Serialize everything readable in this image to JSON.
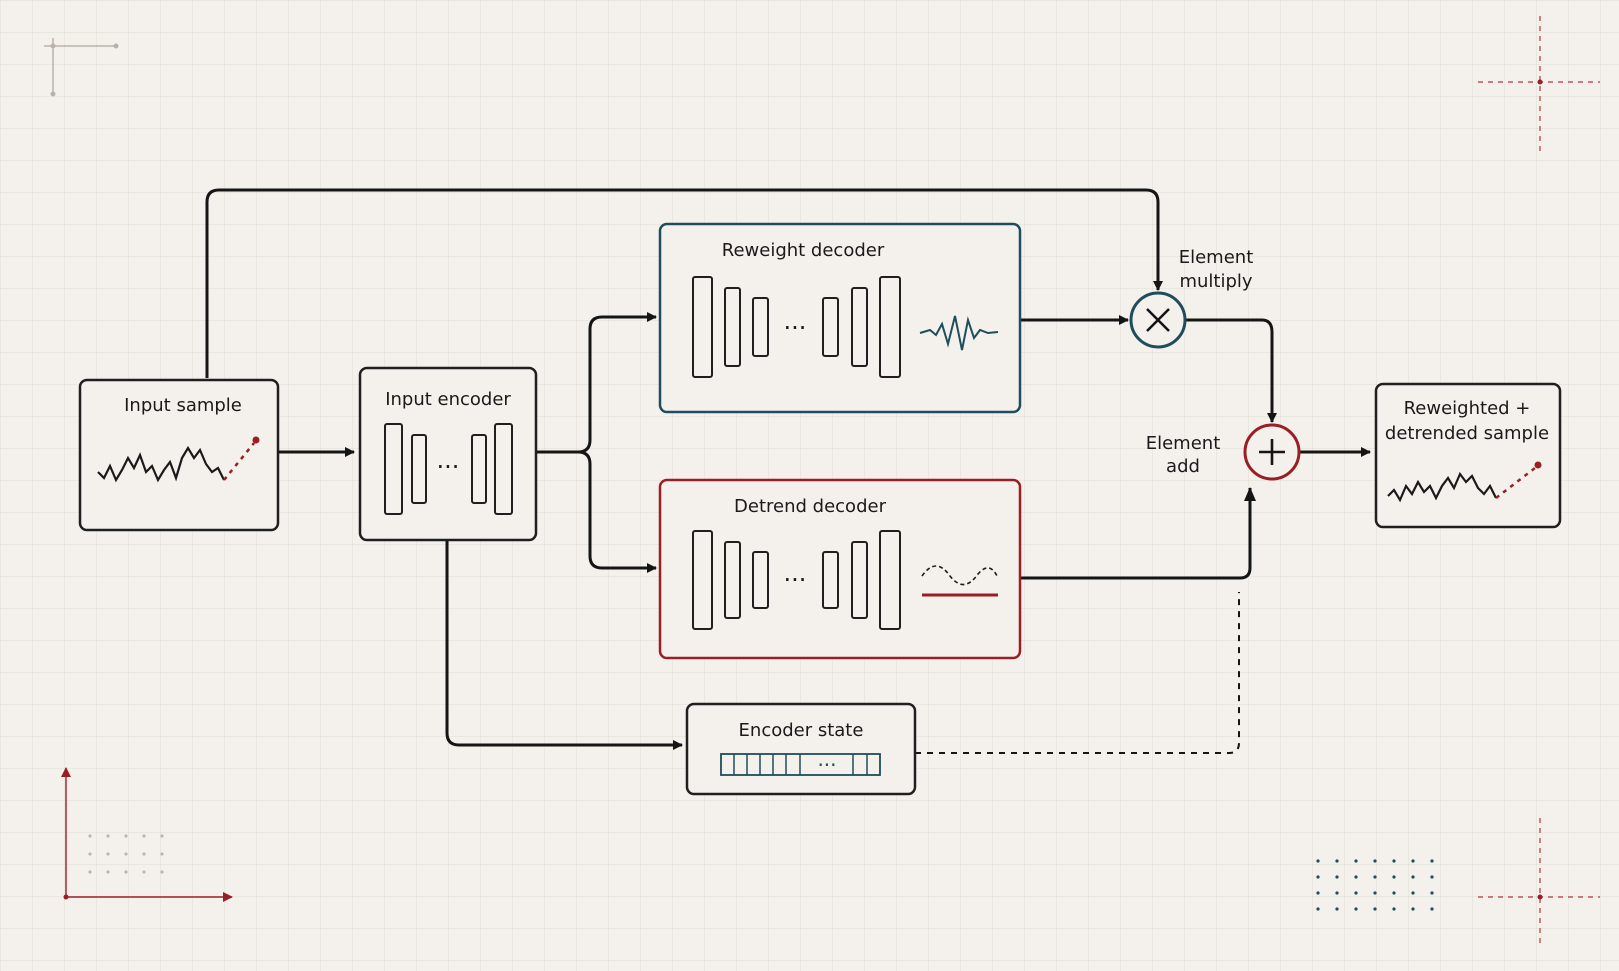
{
  "diagram": {
    "nodes": {
      "input_sample": {
        "label": "Input sample"
      },
      "input_encoder": {
        "label": "Input encoder"
      },
      "reweight_decoder": {
        "label": "Reweight decoder"
      },
      "detrend_decoder": {
        "label": "Detrend decoder"
      },
      "encoder_state": {
        "label": "Encoder state"
      },
      "multiply": {
        "label_line1": "Element",
        "label_line2": "multiply"
      },
      "add": {
        "label_line1": "Element",
        "label_line2": "add"
      },
      "output": {
        "label_line1": "Reweighted +",
        "label_line2": "detrended sample"
      }
    },
    "edges": [
      {
        "from": "input_sample",
        "to": "input_encoder"
      },
      {
        "from": "input_sample",
        "to": "multiply"
      },
      {
        "from": "input_encoder",
        "to": "reweight_decoder"
      },
      {
        "from": "input_encoder",
        "to": "detrend_decoder"
      },
      {
        "from": "input_encoder",
        "to": "encoder_state"
      },
      {
        "from": "reweight_decoder",
        "to": "multiply"
      },
      {
        "from": "multiply",
        "to": "add"
      },
      {
        "from": "detrend_decoder",
        "to": "add"
      },
      {
        "from": "encoder_state",
        "to": "add",
        "style": "dashed"
      },
      {
        "from": "add",
        "to": "output"
      }
    ],
    "ellipsis": "···",
    "colors": {
      "ink": "#151515",
      "reweight_accent": "#1e4d5c",
      "detrend_accent": "#9a1f24",
      "background": "#f4f1ec"
    }
  }
}
